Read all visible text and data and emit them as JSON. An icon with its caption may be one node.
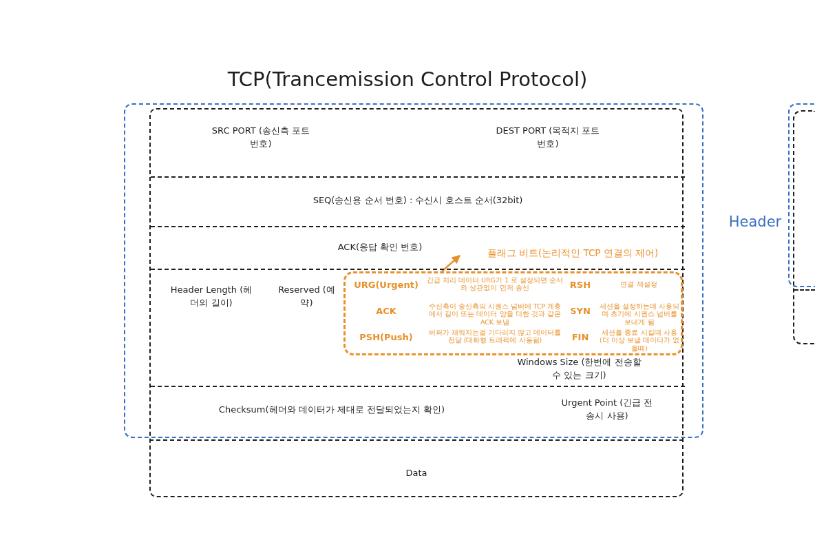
{
  "diagram": {
    "title": "TCP(Trancemission Control Protocol)",
    "nodes": [
      {
        "text": [
          "Header"
        ]
      },
      {
        "text": [
          "SRC PORT (송신측 포트번호)",
          "DEST PORT (목적지 포트 번호)"
        ],
        "in": 0
      },
      {
        "text": [
          "SEQ(송신용 순서 번호) : 수신시 호스트 순서(32bit)"
        ],
        "in": 0
      },
      {
        "text": [
          "ACK(응답 확인 번호)"
        ],
        "in": 0
      },
      {
        "text": [
          "플래그 비트(논리적인 TCP 연결의 제어)"
        ],
        "in": 3
      },
      {
        "text": [
          "Header Length (헤더의 길이)",
          "Reserved (예약)",
          "Windows Size (한번에 전송할 수 있는 크기)"
        ],
        "in": 0
      },
      {
        "text": [
          "URG(Urgent)",
          "긴급 처리 데이터 URG가 1 로 설정되면 순서와 상관없이 먼저 송신",
          "ACK",
          "수신측이 송신측의 시퀀스 넘버에 TCP 계층에서 길이 또는 데이터 양을 더한 것과 같은 ACK 보냄",
          "PSH(Push)",
          "버퍼가 채워지는걸 기다리지 않고 데이터를 전달 (대화형 트래픽에 사용됨)",
          "RSH",
          "연결 재설정",
          "SYN",
          "세션을 설정하는데 사용되며 초기에 시퀀스 넘버를 보내게 됨",
          "FIN",
          "세션을 종료 시킬때 사용 (더 이상 보낼 데이터가 없을때)"
        ],
        "in": 5
      },
      {
        "text": [
          "Checksum(헤더와 데이터가 제대로 전달되었는지 확인)",
          "Urgent Point (긴급 전송시 사용)"
        ],
        "in": 0
      },
      {
        "text": [
          "Data"
        ]
      },
      {
        "text": [],
        "shape": "box"
      },
      {
        "text": [],
        "shape": "box"
      }
    ],
    "edges": [
      {
        "from": 6,
        "to": 4,
        "arrow": "to",
        "color": "#e8912b"
      }
    ]
  }
}
